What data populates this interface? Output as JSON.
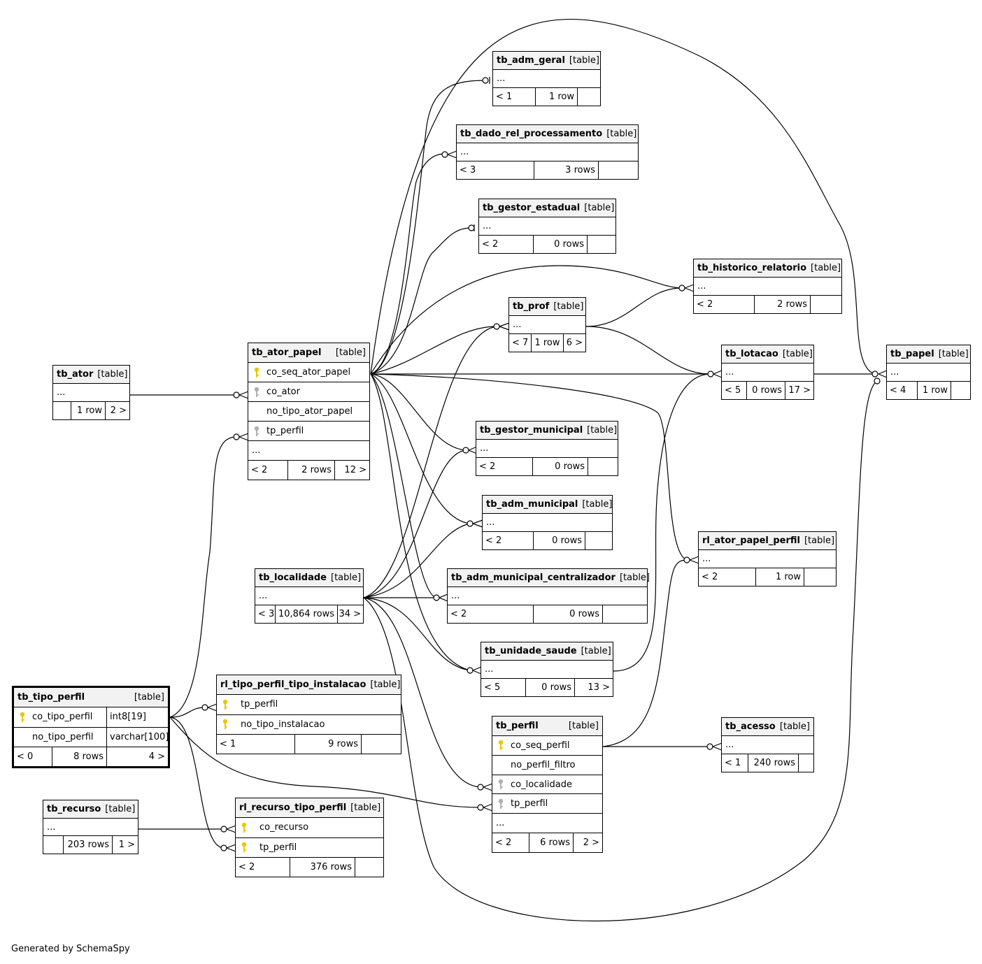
{
  "footer_text": "Generated by SchemaSpy",
  "icon_colors": {
    "primary_key": "#e8c800",
    "foreign_key": "#b0b0b0"
  },
  "tables": {
    "tb_ator": {
      "name": "tb_ator",
      "type": "[table]",
      "ellipsis": "...",
      "children": "",
      "rows": "1 row",
      "parents": "2 >"
    },
    "tb_ator_papel": {
      "name": "tb_ator_papel",
      "type": "[table]",
      "columns": [
        {
          "name": "co_seq_ator_papel",
          "key": "primary"
        },
        {
          "name": "co_ator",
          "key": "foreign"
        },
        {
          "name": "no_tipo_ator_papel",
          "key": ""
        },
        {
          "name": "tp_perfil",
          "key": "foreign"
        }
      ],
      "ellipsis": "...",
      "children": "< 2",
      "rows": "2 rows",
      "parents": "12 >"
    },
    "tb_adm_geral": {
      "name": "tb_adm_geral",
      "type": "[table]",
      "ellipsis": "...",
      "children": "< 1",
      "rows": "1 row",
      "parents": ""
    },
    "tb_dado_rel_processamento": {
      "name": "tb_dado_rel_processamento",
      "type": "[table]",
      "ellipsis": "...",
      "children": "< 3",
      "rows": "3 rows",
      "parents": ""
    },
    "tb_gestor_estadual": {
      "name": "tb_gestor_estadual",
      "type": "[table]",
      "ellipsis": "...",
      "children": "< 2",
      "rows": "0 rows",
      "parents": ""
    },
    "tb_historico_relatorio": {
      "name": "tb_historico_relatorio",
      "type": "[table]",
      "ellipsis": "...",
      "children": "< 2",
      "rows": "2 rows",
      "parents": ""
    },
    "tb_prof": {
      "name": "tb_prof",
      "type": "[table]",
      "ellipsis": "...",
      "children": "< 7",
      "rows": "1 row",
      "parents": "6 >"
    },
    "tb_lotacao": {
      "name": "tb_lotacao",
      "type": "[table]",
      "ellipsis": "...",
      "children": "< 5",
      "rows": "0 rows",
      "parents": "17 >"
    },
    "tb_papel": {
      "name": "tb_papel",
      "type": "[table]",
      "ellipsis": "...",
      "children": "< 4",
      "rows": "1 row",
      "parents": ""
    },
    "tb_gestor_municipal": {
      "name": "tb_gestor_municipal",
      "type": "[table]",
      "ellipsis": "...",
      "children": "< 2",
      "rows": "0 rows",
      "parents": ""
    },
    "tb_adm_municipal": {
      "name": "tb_adm_municipal",
      "type": "[table]",
      "ellipsis": "...",
      "children": "< 2",
      "rows": "0 rows",
      "parents": ""
    },
    "rl_ator_papel_perfil": {
      "name": "rl_ator_papel_perfil",
      "type": "[table]",
      "ellipsis": "...",
      "children": "< 2",
      "rows": "1 row",
      "parents": ""
    },
    "tb_localidade": {
      "name": "tb_localidade",
      "type": "[table]",
      "ellipsis": "...",
      "children": "< 3",
      "rows": "10,864 rows",
      "parents": "34 >"
    },
    "tb_adm_municipal_centralizador": {
      "name": "tb_adm_municipal_centralizador",
      "type": "[table]",
      "ellipsis": "...",
      "children": "< 2",
      "rows": "0 rows",
      "parents": ""
    },
    "tb_unidade_saude": {
      "name": "tb_unidade_saude",
      "type": "[table]",
      "ellipsis": "...",
      "children": "< 5",
      "rows": "0 rows",
      "parents": "13 >"
    },
    "tb_tipo_perfil": {
      "name": "tb_tipo_perfil",
      "type": "[table]",
      "columns": [
        {
          "name": "co_tipo_perfil",
          "key": "primary",
          "datatype": "int8[19]"
        },
        {
          "name": "no_tipo_perfil",
          "key": "",
          "datatype": "varchar[100]"
        }
      ],
      "children": "< 0",
      "rows": "8 rows",
      "parents": "4 >"
    },
    "rl_tipo_perfil_tipo_instalacao": {
      "name": "rl_tipo_perfil_tipo_instalacao",
      "type": "[table]",
      "columns": [
        {
          "name": "tp_perfil",
          "key": "primary"
        },
        {
          "name": "no_tipo_instalacao",
          "key": "primary"
        }
      ],
      "children": "< 1",
      "rows": "9 rows",
      "parents": ""
    },
    "tb_perfil": {
      "name": "tb_perfil",
      "type": "[table]",
      "columns": [
        {
          "name": "co_seq_perfil",
          "key": "primary"
        },
        {
          "name": "no_perfil_filtro",
          "key": ""
        },
        {
          "name": "co_localidade",
          "key": "foreign"
        },
        {
          "name": "tp_perfil",
          "key": "foreign"
        }
      ],
      "ellipsis": "...",
      "children": "< 2",
      "rows": "6 rows",
      "parents": "2 >"
    },
    "tb_acesso": {
      "name": "tb_acesso",
      "type": "[table]",
      "ellipsis": "...",
      "children": "< 1",
      "rows": "240 rows",
      "parents": ""
    },
    "tb_recurso": {
      "name": "tb_recurso",
      "type": "[table]",
      "ellipsis": "...",
      "children": "",
      "rows": "203 rows",
      "parents": "1 >"
    },
    "rl_recurso_tipo_perfil": {
      "name": "rl_recurso_tipo_perfil",
      "type": "[table]",
      "columns": [
        {
          "name": "co_recurso",
          "key": "primary"
        },
        {
          "name": "tp_perfil",
          "key": "primary"
        }
      ],
      "children": "< 2",
      "rows": "376 rows",
      "parents": ""
    }
  }
}
